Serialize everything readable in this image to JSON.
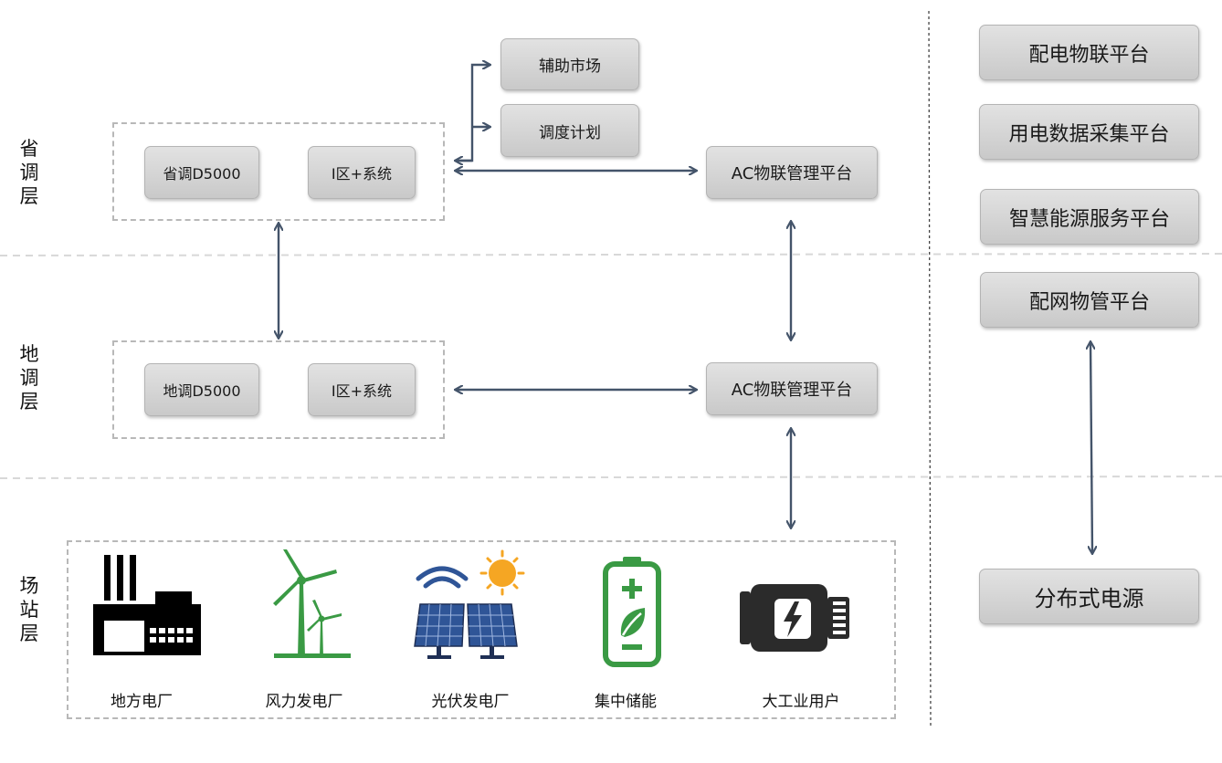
{
  "layers": {
    "province": "省调层",
    "prefecture": "地调层",
    "station": "场站层"
  },
  "province": {
    "d5000": "省调D5000",
    "zone": "Ⅰ区+系统",
    "aux_market": "辅助市场",
    "dispatch_plan": "调度计划",
    "ac_platform": "AC物联管理平台"
  },
  "prefecture": {
    "d5000": "地调D5000",
    "zone": "Ⅰ区+系统",
    "ac_platform": "AC物联管理平台"
  },
  "stations": [
    {
      "label": "地方电厂",
      "icon": "factory-icon"
    },
    {
      "label": "风力发电厂",
      "icon": "wind-turbine-icon"
    },
    {
      "label": "光伏发电厂",
      "icon": "solar-panel-icon"
    },
    {
      "label": "集中储能",
      "icon": "battery-icon"
    },
    {
      "label": "大工业用户",
      "icon": "industrial-chip-icon"
    }
  ],
  "right_panel": {
    "dist_iot": "配电物联平台",
    "power_data": "用电数据采集平台",
    "smart_energy": "智慧能源服务平台",
    "grid_mgmt": "配网物管平台",
    "distributed": "分布式电源"
  },
  "colors": {
    "arrow": "#44546a",
    "box_fill": "#d6d6d6",
    "dashed_border": "#b8b8b8",
    "icon_green": "#3a9a44",
    "solar_blue": "#2f5597",
    "sun_orange": "#f5a623"
  }
}
